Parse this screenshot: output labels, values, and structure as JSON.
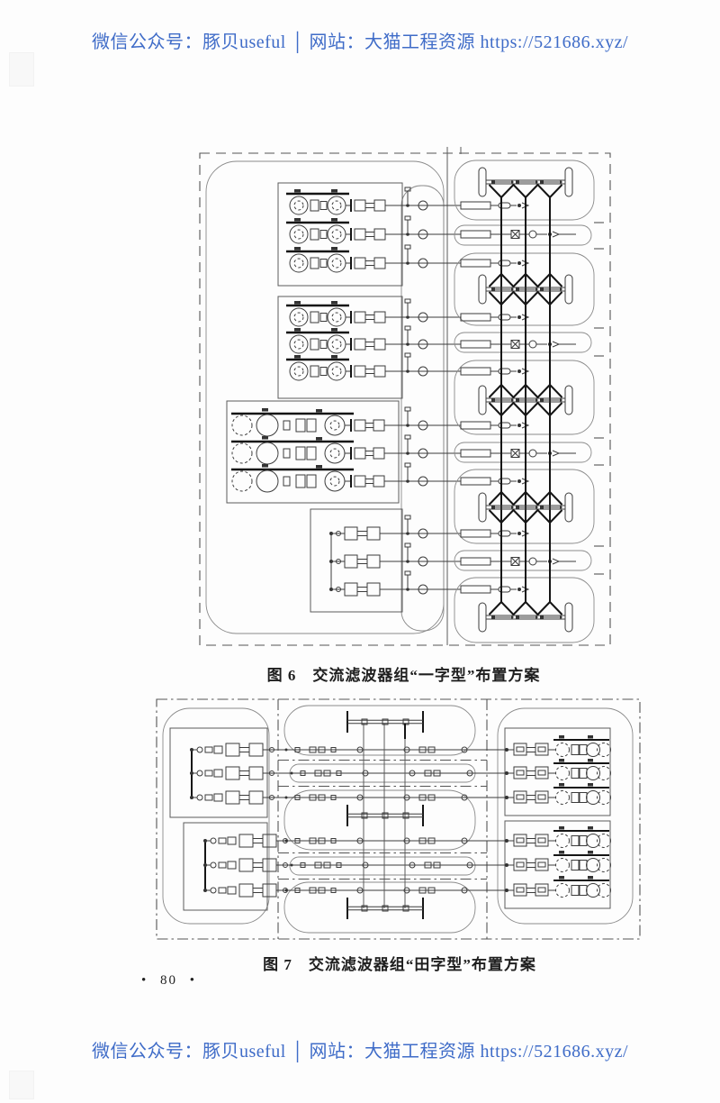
{
  "watermark": {
    "header": "微信公众号：豚贝useful │ 网站：大猫工程资源 https://521686.xyz/",
    "footer": "微信公众号：豚贝useful │ 网站：大猫工程资源 https://521686.xyz/"
  },
  "figures": [
    {
      "id": "figure-6",
      "caption": "图 6　交流滤波器组“一字型”布置方案"
    },
    {
      "id": "figure-7",
      "caption": "图 7　交流滤波器组“田字型”布置方案"
    }
  ],
  "page": {
    "number_display": "• 80 •"
  },
  "colors": {
    "wm": "#3f6cc8",
    "ink": "#1f1f1f",
    "line": "#3c3c3c",
    "page": "#fdfdfd"
  }
}
